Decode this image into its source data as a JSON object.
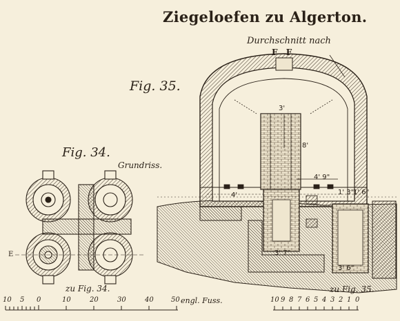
{
  "title": "Ziegeloefen zu Algerton.",
  "figure_35": {
    "label": "Fig. 35.",
    "section_label": "Durchschnitt nach",
    "section_letters": "F F",
    "dimensions": [
      "3'",
      "8'",
      "4' 9\"",
      "1' 3\"",
      "1' 6\"",
      "3' 7\"",
      "3' 6\"",
      "4'"
    ],
    "caption": "zu Fig. 35."
  },
  "figure_34": {
    "label": "Fig. 34.",
    "sublabel": "Grundriss.",
    "caption": "zu Fig. 34.",
    "marker_e": "E"
  },
  "scale_left": {
    "ticks": [
      "10",
      "5",
      "0",
      "10",
      "20",
      "30",
      "40",
      "50"
    ],
    "unit": "engl. Fuss."
  },
  "scale_right": {
    "ticks": [
      "10",
      "9",
      "8",
      "7",
      "6",
      "5",
      "4",
      "3",
      "2",
      "1",
      "0"
    ]
  }
}
